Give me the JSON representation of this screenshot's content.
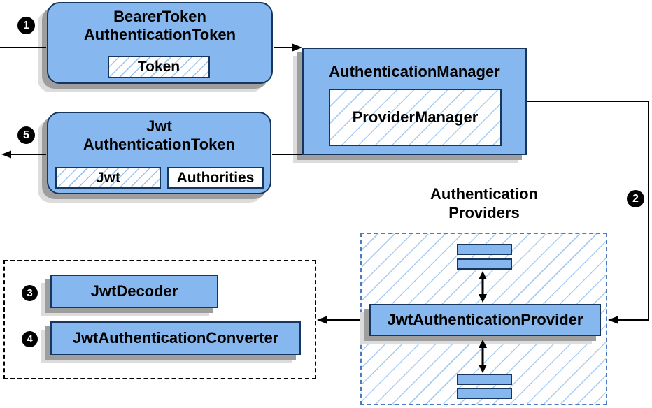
{
  "nodes": {
    "bearer_token": {
      "line1": "BearerToken",
      "line2": "AuthenticationToken",
      "chip": "Token"
    },
    "authentication_manager": {
      "title": "AuthenticationManager",
      "chip": "ProviderManager"
    },
    "jwt_authentication_token": {
      "line1": "Jwt",
      "line2": "AuthenticationToken",
      "chip_jwt": "Jwt",
      "chip_authorities": "Authorities"
    },
    "authentication_providers": {
      "label_line1": "Authentication",
      "label_line2": "Providers",
      "provider": "JwtAuthenticationProvider"
    },
    "decoder_group": {
      "decoder": "JwtDecoder",
      "converter": "JwtAuthenticationConverter"
    }
  },
  "badges": {
    "step1": "1",
    "step2": "2",
    "step3": "3",
    "step4": "4",
    "step5": "5"
  },
  "colors": {
    "node_fill": "#86b8ef",
    "node_border": "#16365f",
    "hatch_line": "#9fc5ef",
    "providers_dash_border": "#4a7abf",
    "decoder_group_border": "#000000",
    "arrow": "#000000",
    "shadow_dark": "#9e9e9e",
    "shadow_light": "#dcdcdc",
    "badge_background": "#000000",
    "badge_text": "#ffffff"
  }
}
